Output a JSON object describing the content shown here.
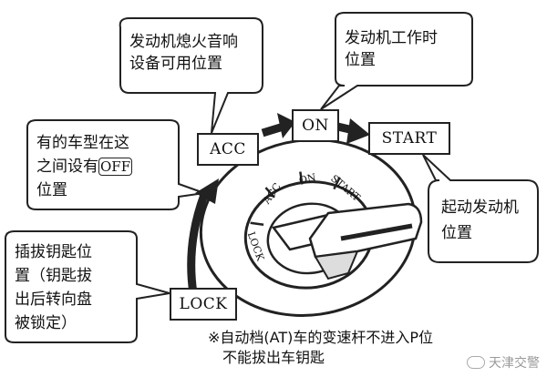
{
  "callouts": {
    "acc_note": [
      "发动机熄火音响",
      "设备可用位置"
    ],
    "on_note": [
      "发动机工作时",
      "位置"
    ],
    "off_note": {
      "line1": "有的车型在这",
      "line2_prefix": "之间设有",
      "line2_boxed": "OFF",
      "line3": "位置"
    },
    "start_note": [
      "起动发动机",
      "位置"
    ],
    "lock_note": [
      "插拔钥匙位",
      "置（钥匙拔",
      "出后转向盘",
      "被锁定）"
    ]
  },
  "positions": {
    "acc": "ACC",
    "on": "ON",
    "start": "START",
    "lock": "LOCK"
  },
  "dial_labels": {
    "acc": "ACC",
    "on": "ON",
    "start": "START",
    "lock": "LOCK"
  },
  "footnote": [
    "※自动档(AT)车的变速杆不进入P位",
    "不能拔出车钥匙"
  ],
  "watermark": {
    "text": "天津交警",
    "icon": "wechat-icon"
  }
}
